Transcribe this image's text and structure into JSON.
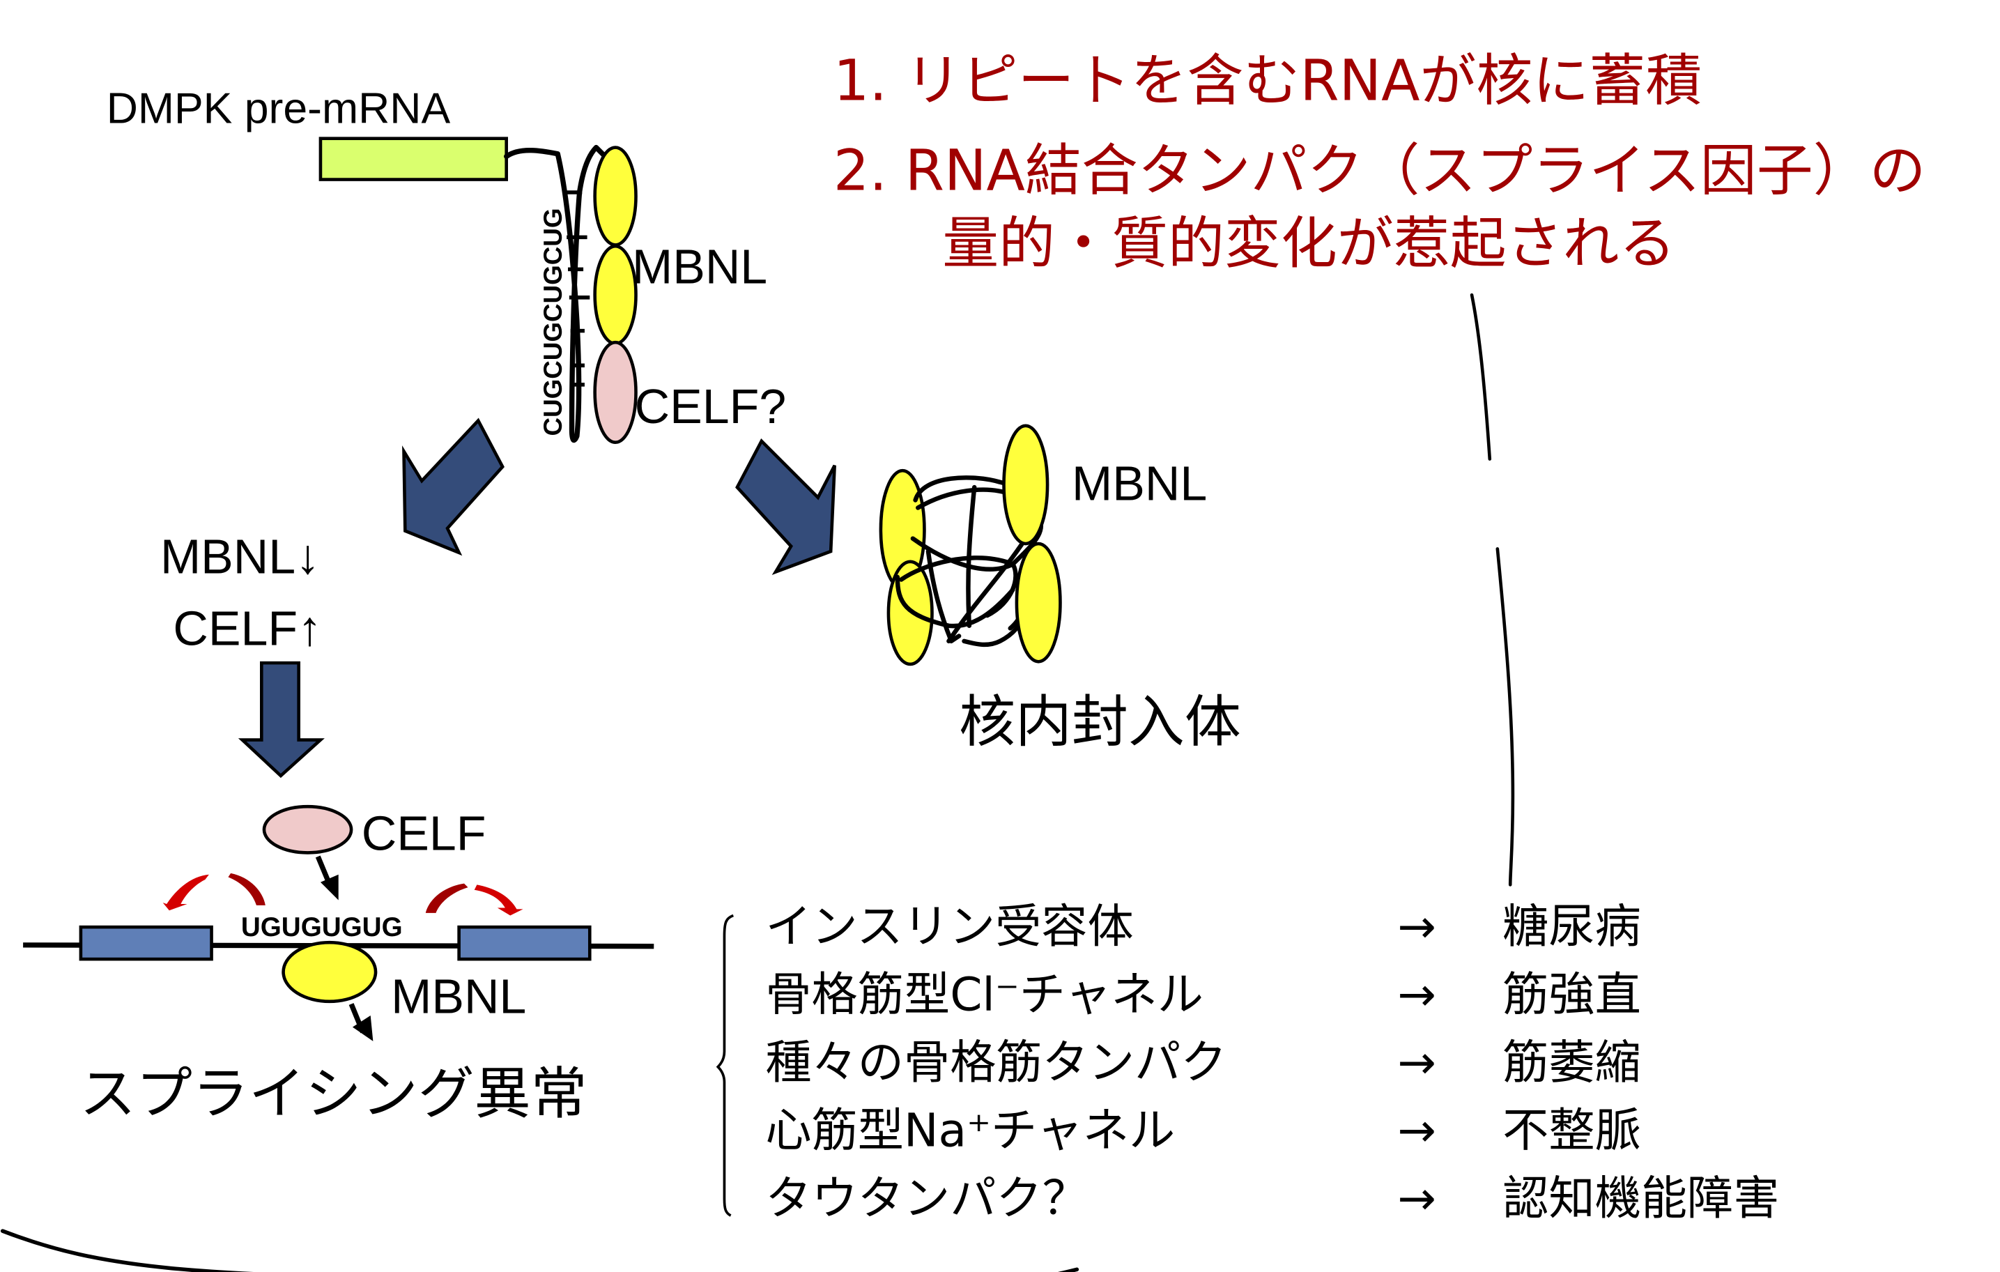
{
  "colors": {
    "red_text": "#A00000",
    "arrow_fill": "#344C7A",
    "exon_fill": "#5F7FB7",
    "premrna_box": "#DAFF6E",
    "mbnl_fill": "#FFFF3C",
    "celf_fill": "#F0CACA",
    "splice_arrow": "#D40000"
  },
  "header": {
    "points": [
      "1.  リピートを含むRNAが核に蓄積",
      "2.  RNA結合タンパク（スプライス因子）の",
      "量的・質的変化が惹起される"
    ]
  },
  "top": {
    "premrna_label": "DMPK pre-mRNA",
    "repeat_sequence": "CUGCUGCUGCUG",
    "mbnl_label": "MBNL",
    "celf_label": "CELF?"
  },
  "left_branch": {
    "mbnl_change": "MBNL↓",
    "celf_change": "CELF↑",
    "celf_label": "CELF",
    "intron_sequence": "UGUGUGUG",
    "mbnl_label": "MBNL",
    "result": "スプライシング異常"
  },
  "right_branch": {
    "mbnl_label": "MBNL",
    "result": "核内封入体"
  },
  "consequences": [
    {
      "target": "インスリン受容体",
      "arrow": "→",
      "disease": "糖尿病"
    },
    {
      "target": "骨格筋型Cl⁻チャネル",
      "arrow": "→",
      "disease": "筋強直"
    },
    {
      "target": "種々の骨格筋タンパク",
      "arrow": "→",
      "disease": "筋萎縮"
    },
    {
      "target": "心筋型Na⁺チャネル",
      "arrow": "→",
      "disease": "不整脈"
    },
    {
      "target": "タウタンパク？",
      "arrow": "→",
      "disease": "認知機能障害"
    }
  ]
}
